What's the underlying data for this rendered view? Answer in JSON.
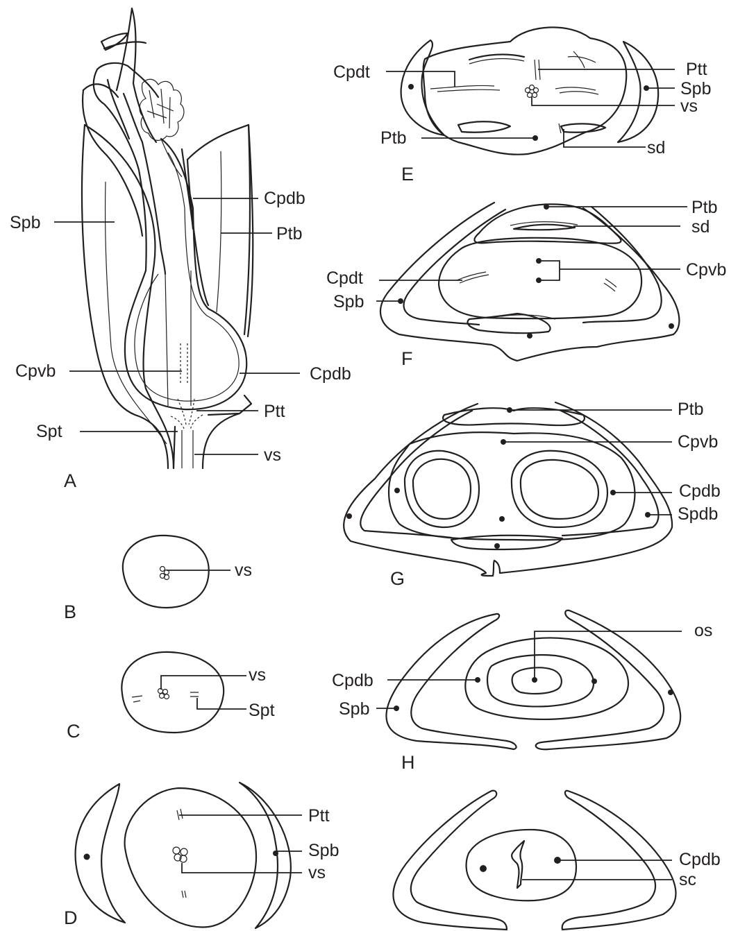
{
  "figure": {
    "panels": {
      "A": {
        "letter": "A",
        "labels": {
          "spb": "Spb",
          "cpdb_top": "Cpdb",
          "ptb": "Ptb",
          "cpvb": "Cpvb",
          "cpdb_bottom": "Cpdb",
          "ptt": "Ptt",
          "spt": "Spt",
          "vs": "vs"
        }
      },
      "B": {
        "letter": "B",
        "labels": {
          "vs": "vs"
        }
      },
      "C": {
        "letter": "C",
        "labels": {
          "vs": "vs",
          "spt": "Spt"
        }
      },
      "D": {
        "letter": "D",
        "labels": {
          "ptt": "Ptt",
          "spb": "Spb",
          "vs": "vs"
        }
      },
      "E": {
        "letter": "E",
        "labels": {
          "cpdt": "Cpdt",
          "ptt": "Ptt",
          "spb": "Spb",
          "vs": "vs",
          "ptb": "Ptb",
          "sd": "sd"
        }
      },
      "F": {
        "letter": "F",
        "labels": {
          "ptb": "Ptb",
          "sd": "sd",
          "cpdt": "Cpdt",
          "cpvb": "Cpvb",
          "spb": "Spb"
        }
      },
      "G": {
        "letter": "G",
        "labels": {
          "ptb": "Ptb",
          "cpvb": "Cpvb",
          "cpdb": "Cpdb",
          "spdb": "Spdb"
        }
      },
      "H": {
        "letter": "H",
        "labels": {
          "os": "os",
          "cpdb": "Cpdb",
          "spb": "Spb"
        }
      },
      "I": {
        "labels": {
          "cpdb": "Cpdb",
          "sc": "sc"
        }
      }
    }
  }
}
